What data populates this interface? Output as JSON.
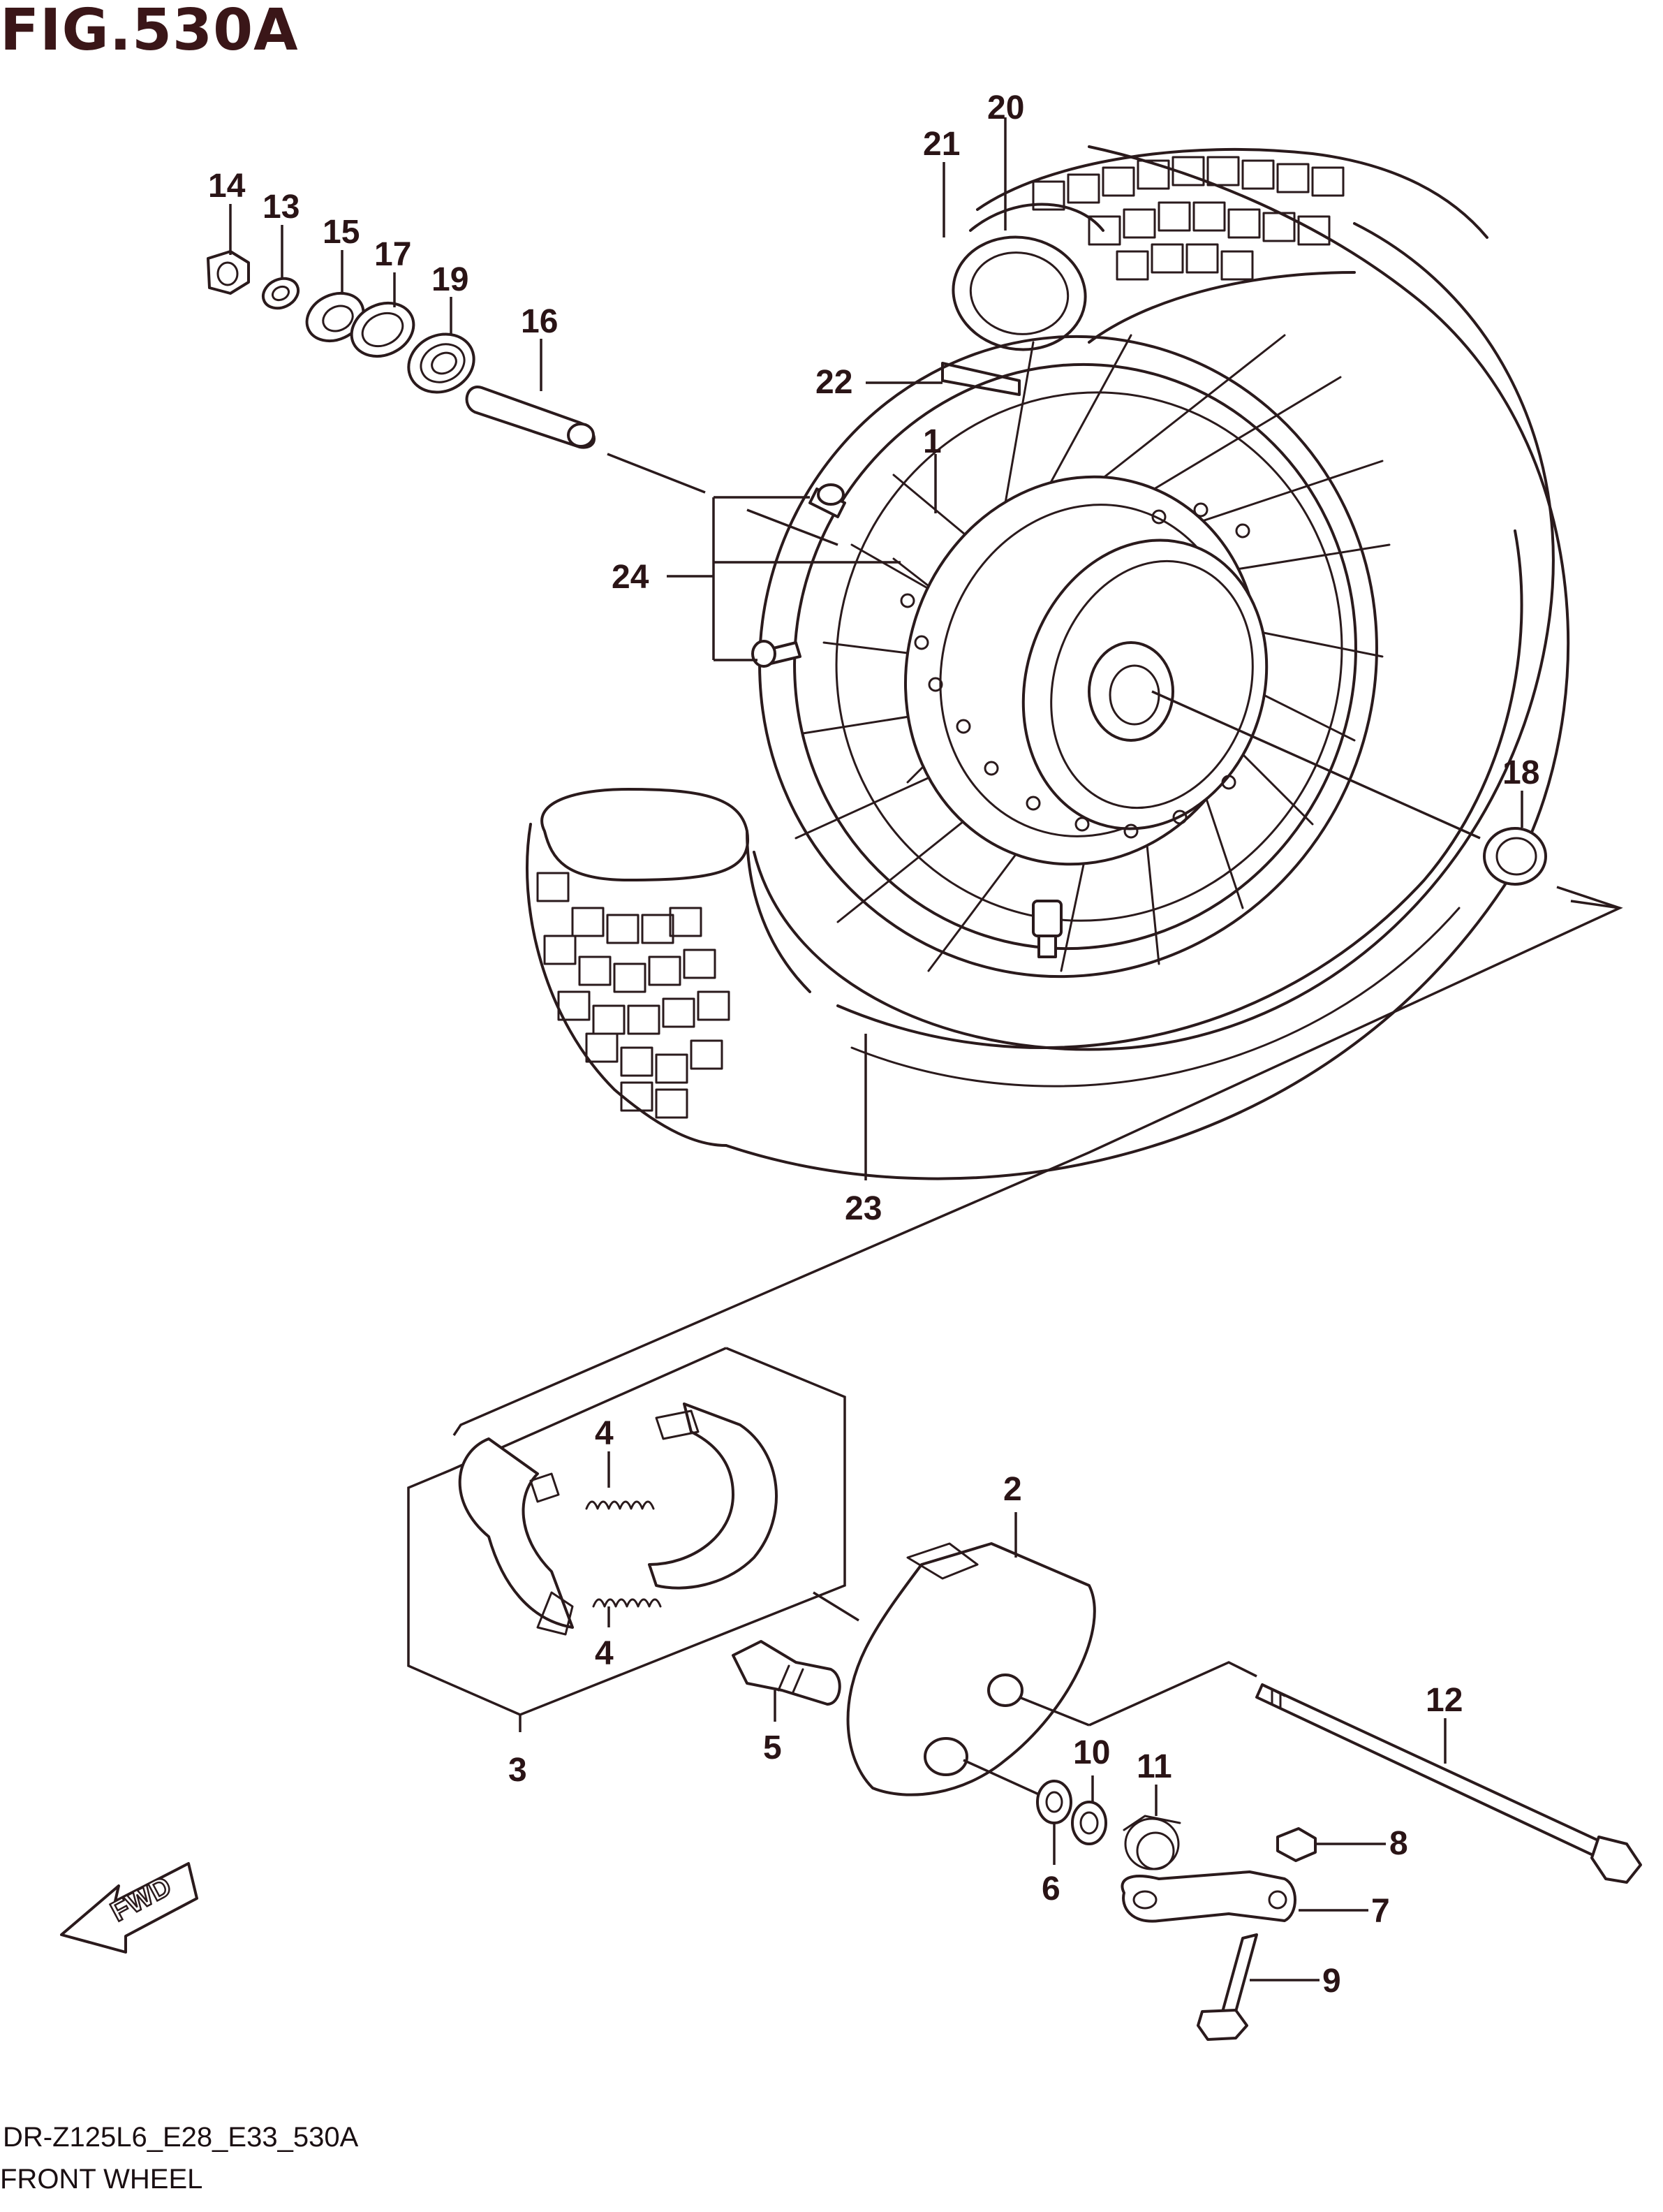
{
  "figure": {
    "title": "FIG.530A"
  },
  "footer": {
    "code": "DR-Z125L6_E28_E33_530A",
    "name": "FRONT WHEEL"
  },
  "direction_marker": {
    "label": "FWD",
    "icon": "forward-arrow-icon"
  },
  "callouts": [
    "1",
    "2",
    "3",
    "4",
    "4",
    "5",
    "6",
    "7",
    "8",
    "9",
    "10",
    "11",
    "12",
    "13",
    "14",
    "15",
    "16",
    "17",
    "18",
    "19",
    "20",
    "21",
    "22",
    "23",
    "24"
  ],
  "colors": {
    "line": "#2a1a1c",
    "title": "#3a1618",
    "background": "#ffffff"
  }
}
